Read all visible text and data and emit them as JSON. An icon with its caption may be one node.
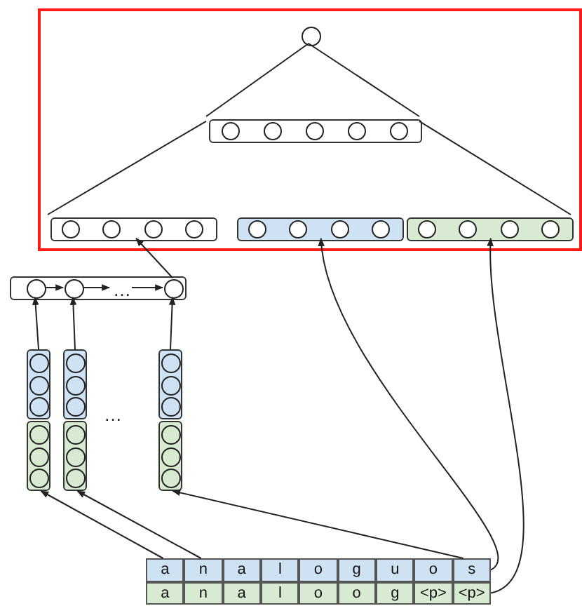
{
  "diagram": {
    "nodes": [
      {
        "text": [],
        "shape": "box"
      },
      {
        "text": [],
        "shape": "circle",
        "in": 0
      },
      {
        "text": [],
        "shape": "box",
        "in": 0
      },
      {
        "text": [],
        "shape": "box",
        "in": 0
      },
      {
        "text": [],
        "shape": "box",
        "in": 0
      },
      {
        "text": [],
        "shape": "box",
        "in": 0
      },
      {
        "text": [],
        "shape": "box"
      },
      {
        "text": [],
        "shape": "circle",
        "in": 6
      },
      {
        "text": [],
        "shape": "circle",
        "in": 6
      },
      {
        "text": [],
        "shape": "circle",
        "in": 6
      },
      {
        "text": [],
        "shape": "bar"
      },
      {
        "text": [],
        "shape": "bar"
      },
      {
        "text": [],
        "shape": "bar"
      },
      {
        "text": [
          "a",
          "n",
          "a",
          "l",
          "o",
          "g",
          "u",
          "o",
          "s",
          "a",
          "n",
          "a",
          "l",
          "o",
          "o",
          "g",
          "<p>",
          "<p>"
        ]
      },
      {
        "text": [
          "…"
        ],
        "in": 6
      }
    ],
    "edges": [
      {
        "from": 1,
        "to": 2,
        "arrow": "none"
      },
      {
        "from": 1,
        "to": 2,
        "arrow": "none"
      },
      {
        "from": 2,
        "to": 3,
        "arrow": "none"
      },
      {
        "from": 2,
        "to": 5,
        "arrow": "none"
      },
      {
        "from": 9,
        "to": 3,
        "arrow": "to"
      },
      {
        "from": 10,
        "to": 7,
        "arrow": "to"
      },
      {
        "from": 11,
        "to": 8,
        "arrow": "to"
      },
      {
        "from": 12,
        "to": 9,
        "arrow": "to"
      },
      {
        "from": 13,
        "to": 10,
        "arrow": "to"
      },
      {
        "from": 13,
        "to": 11,
        "arrow": "to"
      },
      {
        "from": 13,
        "to": 12,
        "arrow": "to"
      },
      {
        "from": 13,
        "to": 4,
        "arrow": "to"
      },
      {
        "from": 13,
        "to": 5,
        "arrow": "to"
      },
      {
        "from": 7,
        "to": 8,
        "arrow": "to"
      },
      {
        "from": 8,
        "to": 14,
        "arrow": "to"
      },
      {
        "from": 14,
        "to": 9,
        "arrow": "to"
      }
    ],
    "labels": [
      "…"
    ]
  }
}
